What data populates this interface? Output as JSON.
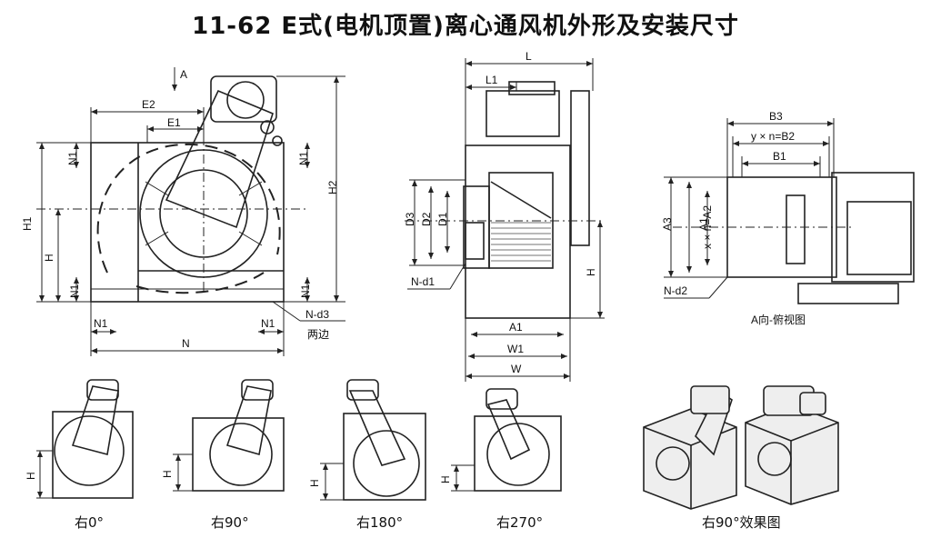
{
  "title": "11-62 E式(电机顶置)离心通风机外形及安装尺寸",
  "front": {
    "arrow_A": "A",
    "E2": "E2",
    "E1": "E1",
    "N1": "N1",
    "H1": "H1",
    "H": "H",
    "H2": "H2",
    "N": "N",
    "Nd3": "N-d3",
    "two_sides": "两边"
  },
  "side": {
    "L": "L",
    "L1": "L1",
    "D3": "D3",
    "D2": "D2",
    "D1": "D1",
    "Nd1": "N-d1",
    "H": "H",
    "A1": "A1",
    "W1": "W1",
    "W": "W"
  },
  "top": {
    "B3": "B3",
    "B2": "y × n=B2",
    "B1": "B1",
    "A3": "A3",
    "A2": "x × n=A2",
    "A1": "A1",
    "Nd2": "N-d2",
    "caption": "A向-俯视图"
  },
  "rotations": {
    "H": "H",
    "r0": "右0°",
    "r90": "右90°",
    "r180": "右180°",
    "r270": "右270°",
    "effect": "右90°效果图"
  }
}
